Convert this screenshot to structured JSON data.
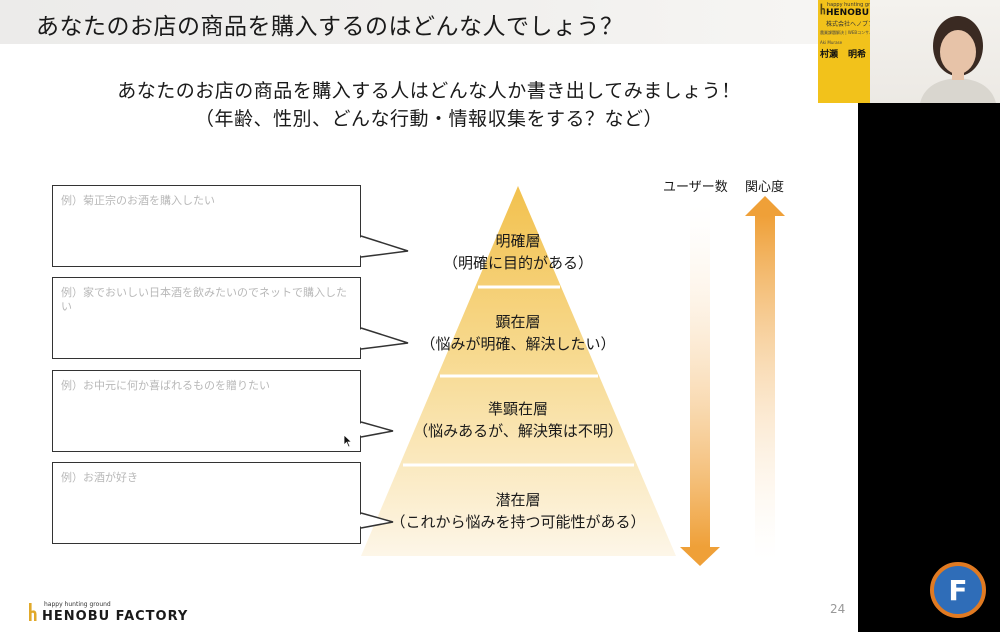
{
  "slide": {
    "title": "あなたのお店の商品を購入するのはどんな人でしょう？",
    "lead_line1": "あなたのお店の商品を購入する人はどんな人か書き出してみましょう！",
    "lead_line2": "（年齢、性別、どんな行動・情報収集をする？など）",
    "bubbles": [
      {
        "placeholder": "例）菊正宗のお酒を購入したい"
      },
      {
        "placeholder": "例）家でおいしい日本酒を飲みたいのでネットで購入したい"
      },
      {
        "placeholder": "例）お中元に何か喜ばれるものを贈りたい"
      },
      {
        "placeholder": "例）お酒が好き"
      }
    ],
    "pyramid": [
      {
        "name": "明確層",
        "desc": "（明確に目的がある）"
      },
      {
        "name": "顕在層",
        "desc": "（悩みが明確、解決したい）"
      },
      {
        "name": "準顕在層",
        "desc": "（悩みあるが、解決策は不明）"
      },
      {
        "name": "潜在層",
        "desc": "（これから悩みを持つ可能性がある）"
      }
    ],
    "users_label": "ユーザー数",
    "interest_label": "関心度",
    "footer_tagline": "happy hunting ground",
    "footer_brand": "HENOBU FACTORY",
    "page_number": "24"
  },
  "video": {
    "card_tagline": "happy hunting ground",
    "card_brand": "HENOBU FACTORY",
    "card_company": "株式会社ヘノブファクトリー",
    "card_role": "農業課題解決 | WEBコンサルタント",
    "card_reading": "Aki Murase",
    "card_surname": "村瀬",
    "card_given": "明希"
  },
  "app_button": {
    "glyph": "F"
  },
  "colors": {
    "pyramid_top": "#f2c14e",
    "pyramid_bottom": "#fdf6e8",
    "arrow": "#efa038",
    "brand_yellow": "#f2c21b",
    "fab_blue": "#2f6db8",
    "fab_ring": "#e07a22"
  }
}
